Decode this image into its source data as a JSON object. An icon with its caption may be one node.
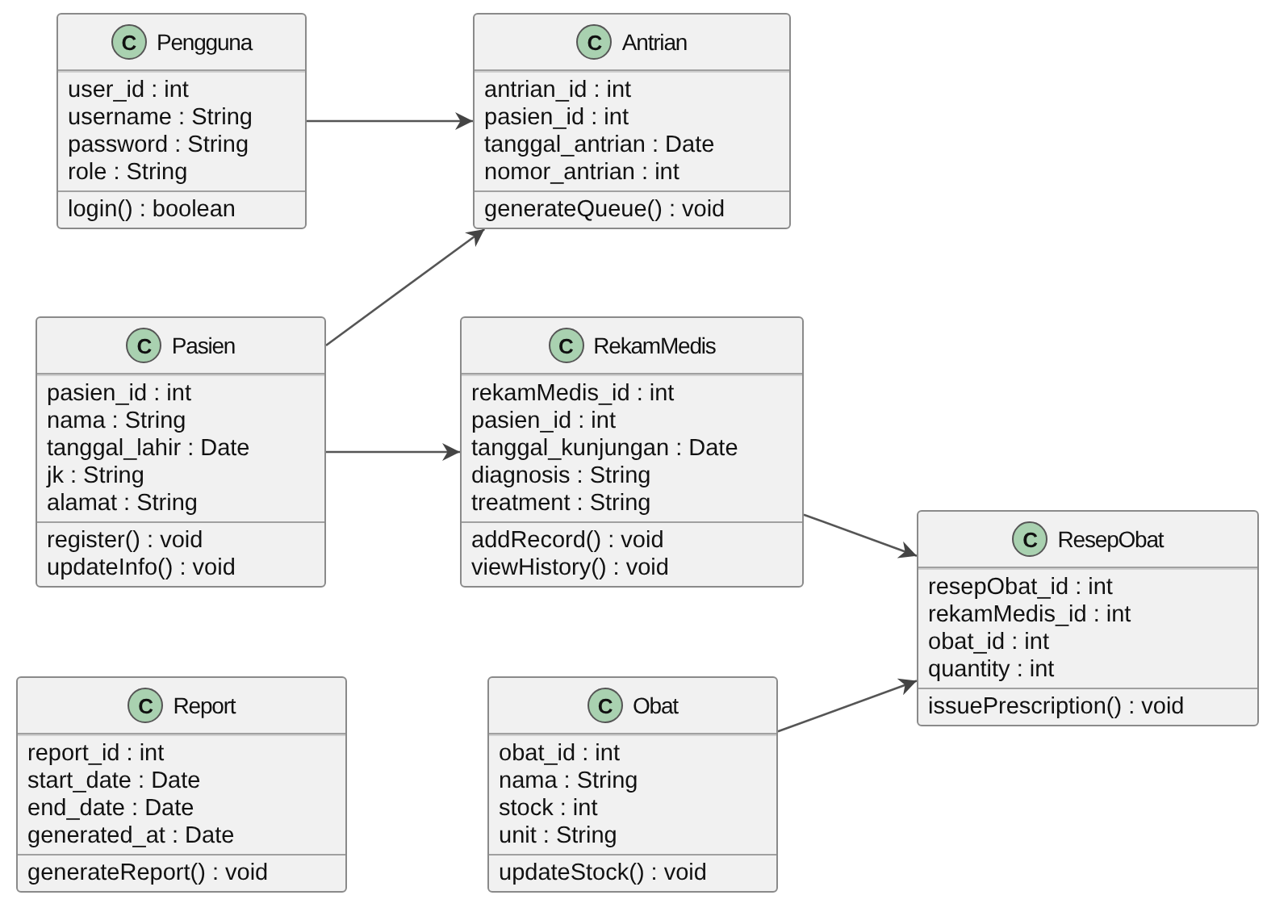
{
  "diagram": {
    "nodes": [
      {
        "text": [
          "C",
          "Pengguna"
        ]
      },
      {
        "text": [
          "user_id : int",
          "username : String",
          "password : String",
          "role : String"
        ],
        "in": 0
      },
      {
        "text": [
          "login() : boolean"
        ],
        "in": 0
      },
      {
        "text": [
          "C",
          "Antrian"
        ]
      },
      {
        "text": [
          "antrian_id : int",
          "pasien_id : int",
          "tanggal_antrian : Date",
          "nomor_antrian : int"
        ],
        "in": 3
      },
      {
        "text": [
          "generateQueue() : void"
        ],
        "in": 3
      },
      {
        "text": [
          "C",
          "Pasien"
        ]
      },
      {
        "text": [
          "pasien_id : int",
          "nama : String",
          "tanggal_lahir : Date",
          "jk : String",
          "alamat : String"
        ],
        "in": 6
      },
      {
        "text": [
          "register() : void",
          "updateInfo() : void"
        ],
        "in": 6
      },
      {
        "text": [
          "C",
          "RekamMedis"
        ]
      },
      {
        "text": [
          "rekamMedis_id : int",
          "pasien_id : int",
          "tanggal_kunjungan : Date",
          "diagnosis : String",
          "treatment : String"
        ],
        "in": 9
      },
      {
        "text": [
          "addRecord() : void",
          "viewHistory() : void"
        ],
        "in": 9
      },
      {
        "text": [
          "C",
          "ResepObat"
        ]
      },
      {
        "text": [
          "resepObat_id : int",
          "rekamMedis_id : int",
          "obat_id : int",
          "quantity : int"
        ],
        "in": 12
      },
      {
        "text": [
          "issuePrescription() : void"
        ],
        "in": 12
      },
      {
        "text": [
          "C",
          "Report"
        ]
      },
      {
        "text": [
          "report_id : int",
          "start_date : Date",
          "end_date : Date",
          "generated_at : Date"
        ],
        "in": 15
      },
      {
        "text": [
          "generateReport() : void"
        ],
        "in": 15
      },
      {
        "text": [
          "C",
          "Obat"
        ]
      },
      {
        "text": [
          "obat_id : int",
          "nama : String",
          "stock : int",
          "unit : String"
        ],
        "in": 18
      },
      {
        "text": [
          "updateStock() : void"
        ],
        "in": 18
      }
    ],
    "edges": [
      {
        "from": 0,
        "to": 3,
        "arrow": "to"
      },
      {
        "from": 6,
        "to": 3,
        "arrow": "to"
      },
      {
        "from": 6,
        "to": 9,
        "arrow": "to"
      },
      {
        "from": 9,
        "to": 12,
        "arrow": "to"
      },
      {
        "from": 18,
        "to": 12,
        "arrow": "to"
      }
    ]
  }
}
